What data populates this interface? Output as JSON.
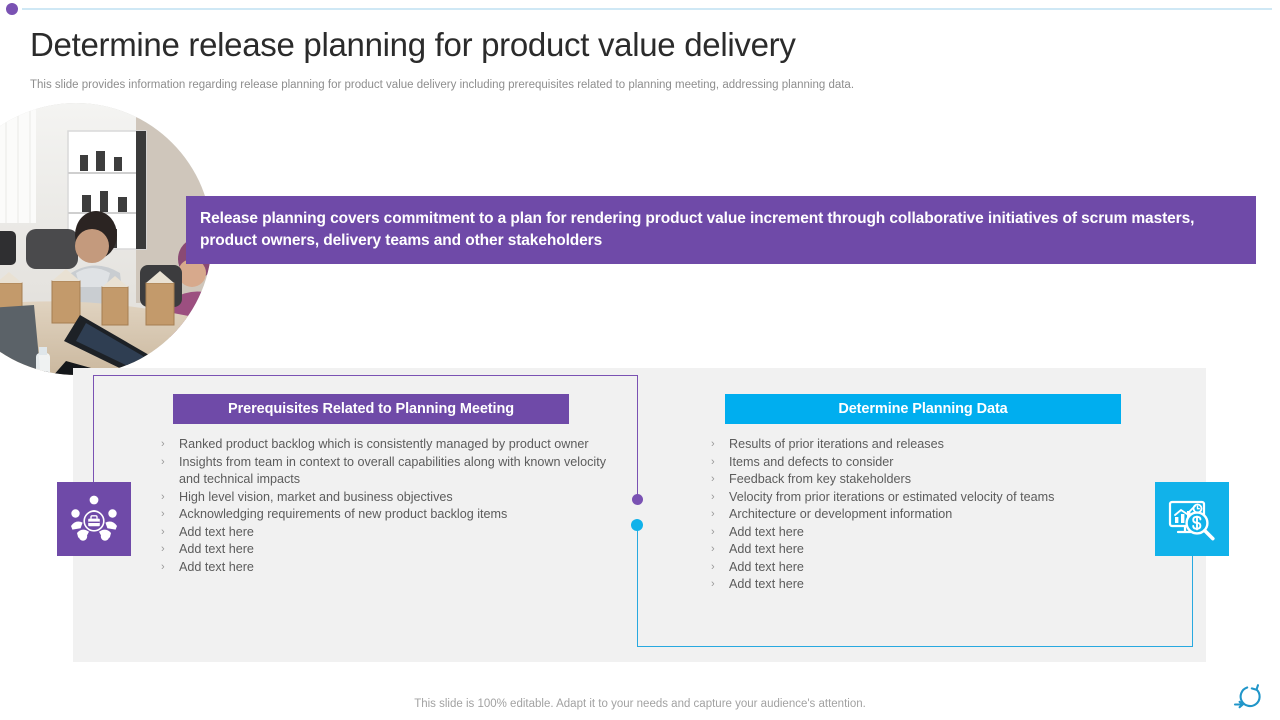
{
  "header": {
    "title": "Determine release planning for product value delivery",
    "subtitle": "This slide provides information regarding release planning for product value delivery including prerequisites related to planning meeting, addressing planning data."
  },
  "statement": {
    "text": "Release planning covers commitment to a plan for rendering product value increment through collaborative initiatives of scrum masters, product owners, delivery teams and other stakeholders"
  },
  "columns": [
    {
      "id": "prerequisites",
      "header": "Prerequisites Related to Planning Meeting",
      "accent": "#6f4aa8",
      "icon_name": "team-meeting-icon",
      "bullets": [
        "Ranked product backlog which is consistently managed by product owner",
        "Insights from team in context to overall capabilities along with known velocity and technical impacts",
        "High level vision, market and business objectives",
        "Acknowledging requirements of new product backlog items",
        "Add text here",
        "Add text here",
        "Add text here"
      ]
    },
    {
      "id": "planning-data",
      "header": "Determine Planning Data",
      "accent": "#00aeef",
      "icon_name": "data-analysis-icon",
      "bullets": [
        "Results of prior iterations  and releases",
        "Items and defects to consider",
        "Feedback from key stakeholders",
        "Velocity from prior iterations or estimated velocity of teams",
        "Architecture or development information",
        "Add text here",
        "Add text here",
        "Add text here",
        "Add text here"
      ]
    }
  ],
  "bullet_marker": "›",
  "footer": {
    "note": "This slide is 100% editable. Adapt it to your needs and capture your audience's attention.",
    "icon_name": "refresh-cycle-icon"
  },
  "colors": {
    "purple": "#6f4aa8",
    "purple_accent": "#7a52b3",
    "blue": "#00aeef",
    "blue_accent": "#11b2ea",
    "panel_gray": "#f1f1f1",
    "top_rule": "#cfe8f5"
  },
  "photo": {
    "alt": "Office meeting room with team members and laptops on a conference table"
  }
}
